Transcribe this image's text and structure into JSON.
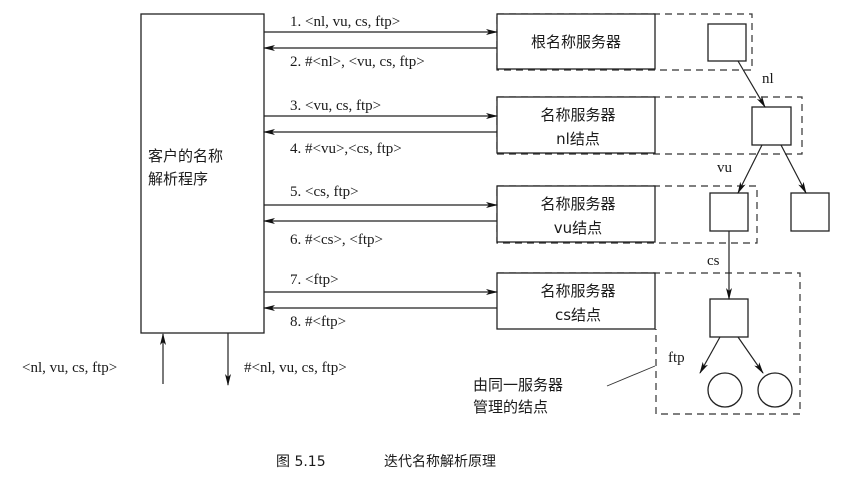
{
  "client": {
    "label_line1": "客户的名称",
    "label_line2": "解析程序"
  },
  "servers": [
    {
      "id": "root",
      "line1": "根名称服务器",
      "line2": ""
    },
    {
      "id": "nl",
      "line1": "名称服务器",
      "line2": "nl结点"
    },
    {
      "id": "vu",
      "line1": "名称服务器",
      "line2": "vu结点"
    },
    {
      "id": "cs",
      "line1": "名称服务器",
      "line2": "cs结点"
    }
  ],
  "messages": [
    {
      "step": 1,
      "text": "1.  <nl, vu, cs, ftp>",
      "direction": "to-server",
      "server": "root"
    },
    {
      "step": 2,
      "text": "2.  #<nl>, <vu, cs, ftp>",
      "direction": "to-client",
      "server": "root"
    },
    {
      "step": 3,
      "text": "3.  <vu, cs, ftp>",
      "direction": "to-server",
      "server": "nl"
    },
    {
      "step": 4,
      "text": "4.  #<vu>,<cs, ftp>",
      "direction": "to-client",
      "server": "nl"
    },
    {
      "step": 5,
      "text": "5.  <cs, ftp>",
      "direction": "to-server",
      "server": "vu"
    },
    {
      "step": 6,
      "text": "6.  #<cs>, <ftp>",
      "direction": "to-client",
      "server": "vu"
    },
    {
      "step": 7,
      "text": "7.  <ftp>",
      "direction": "to-server",
      "server": "cs"
    },
    {
      "step": 8,
      "text": "8.  #<ftp>",
      "direction": "to-client",
      "server": "cs"
    }
  ],
  "io": {
    "input_label": "<nl, vu, cs, ftp>",
    "output_label": "#<nl, vu, cs, ftp>"
  },
  "tree": {
    "edge_labels": {
      "nl": "nl",
      "vu": "vu",
      "cs": "cs",
      "ftp": "ftp"
    }
  },
  "annotation": {
    "line1": "由同一服务器",
    "line2": "管理的结点"
  },
  "caption": {
    "figure_number": "图 5.15",
    "title": "迭代名称解析原理"
  }
}
